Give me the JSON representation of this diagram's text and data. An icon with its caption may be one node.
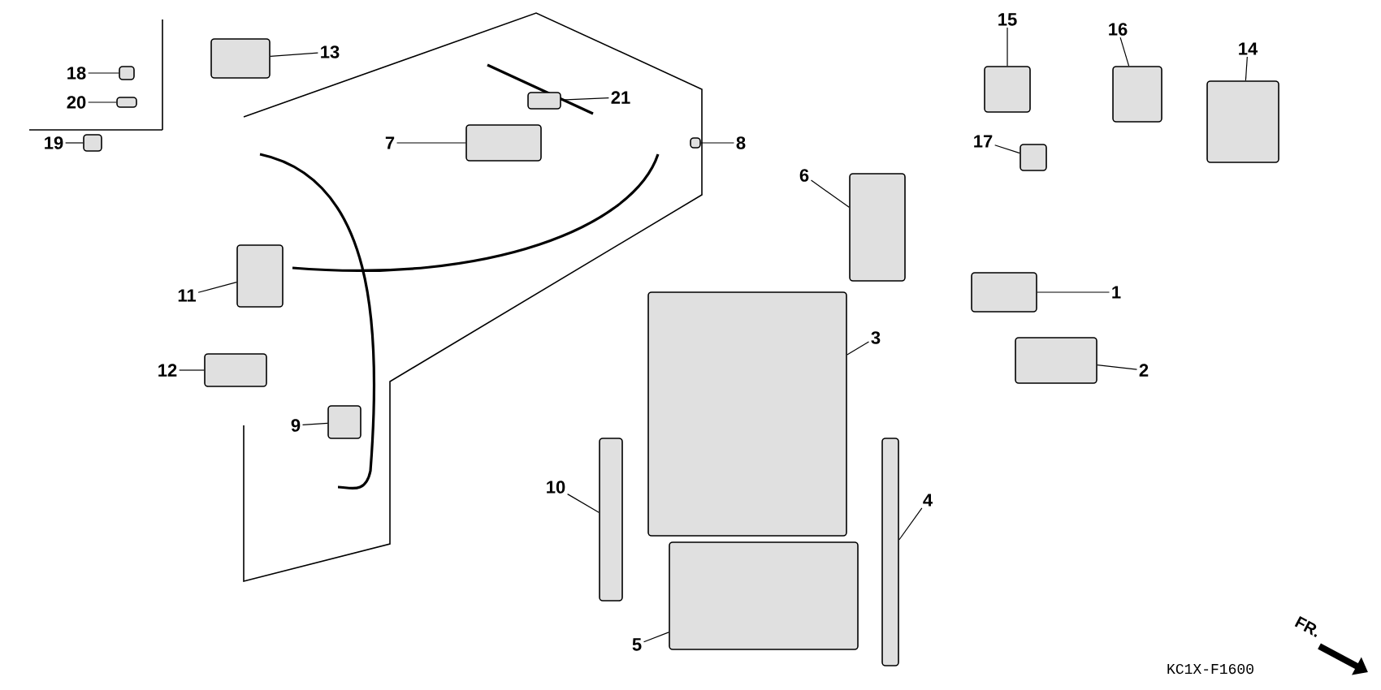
{
  "diagram": {
    "nodes": [
      {
        "text": [
          "13"
        ]
      },
      {
        "text": [
          "18"
        ]
      },
      {
        "text": [
          "20"
        ]
      },
      {
        "text": [
          "19"
        ]
      },
      {
        "text": [
          "21"
        ]
      },
      {
        "text": [
          "7"
        ]
      },
      {
        "text": [
          "8"
        ]
      },
      {
        "text": [
          "6"
        ]
      },
      {
        "text": [
          "15"
        ]
      },
      {
        "text": [
          "16"
        ]
      },
      {
        "text": [
          "14"
        ]
      },
      {
        "text": [
          "17"
        ]
      },
      {
        "text": [
          "11"
        ]
      },
      {
        "text": [
          "1"
        ]
      },
      {
        "text": [
          "3"
        ]
      },
      {
        "text": [
          "12"
        ]
      },
      {
        "text": [
          "2"
        ]
      },
      {
        "text": [
          "9"
        ]
      },
      {
        "text": [
          "4"
        ]
      },
      {
        "text": [
          "10"
        ]
      },
      {
        "text": [
          "5"
        ]
      },
      {
        "text": [],
        "shape": "box"
      },
      {
        "text": [],
        "shape": "box"
      },
      {
        "text": [],
        "shape": "box"
      },
      {
        "text": [],
        "shape": "box"
      },
      {
        "text": [],
        "shape": "box"
      },
      {
        "text": [],
        "shape": "box"
      },
      {
        "text": [],
        "shape": "box"
      },
      {
        "text": [],
        "shape": "box"
      },
      {
        "text": [],
        "shape": "box"
      },
      {
        "text": [],
        "shape": "box"
      },
      {
        "text": [],
        "shape": "box"
      },
      {
        "text": [],
        "shape": "box"
      },
      {
        "text": [],
        "shape": "box"
      },
      {
        "text": [],
        "shape": "box"
      },
      {
        "text": [],
        "shape": "box"
      },
      {
        "text": [],
        "shape": "box"
      },
      {
        "text": [],
        "shape": "box"
      },
      {
        "text": [],
        "shape": "box"
      },
      {
        "text": [],
        "shape": "box"
      },
      {
        "text": [],
        "shape": "box"
      },
      {
        "text": [],
        "shape": "box"
      }
    ],
    "edges": [
      {
        "from": 0,
        "to": 21,
        "arrow": "none"
      },
      {
        "from": 1,
        "to": 22,
        "arrow": "none"
      },
      {
        "from": 2,
        "to": 23,
        "arrow": "none"
      },
      {
        "from": 3,
        "to": 24,
        "arrow": "none"
      },
      {
        "from": 4,
        "to": 25,
        "arrow": "none"
      },
      {
        "from": 5,
        "to": 26,
        "arrow": "none"
      },
      {
        "from": 6,
        "to": 27,
        "arrow": "none"
      },
      {
        "from": 7,
        "to": 28,
        "arrow": "none"
      },
      {
        "from": 8,
        "to": 29,
        "arrow": "none"
      },
      {
        "from": 9,
        "to": 30,
        "arrow": "none"
      },
      {
        "from": 10,
        "to": 31,
        "arrow": "none"
      },
      {
        "from": 11,
        "to": 32,
        "arrow": "none"
      },
      {
        "from": 12,
        "to": 33,
        "arrow": "none"
      },
      {
        "from": 13,
        "to": 34,
        "arrow": "none"
      },
      {
        "from": 14,
        "to": 35,
        "arrow": "none"
      },
      {
        "from": 15,
        "to": 36,
        "arrow": "none"
      },
      {
        "from": 16,
        "to": 37,
        "arrow": "none"
      },
      {
        "from": 17,
        "to": 38,
        "arrow": "none"
      },
      {
        "from": 18,
        "to": 39,
        "arrow": "none"
      },
      {
        "from": 19,
        "to": 40,
        "arrow": "none"
      },
      {
        "from": 20,
        "to": 41,
        "arrow": "none"
      }
    ],
    "labels": [
      "FR.",
      "KC1X-F1600"
    ]
  }
}
